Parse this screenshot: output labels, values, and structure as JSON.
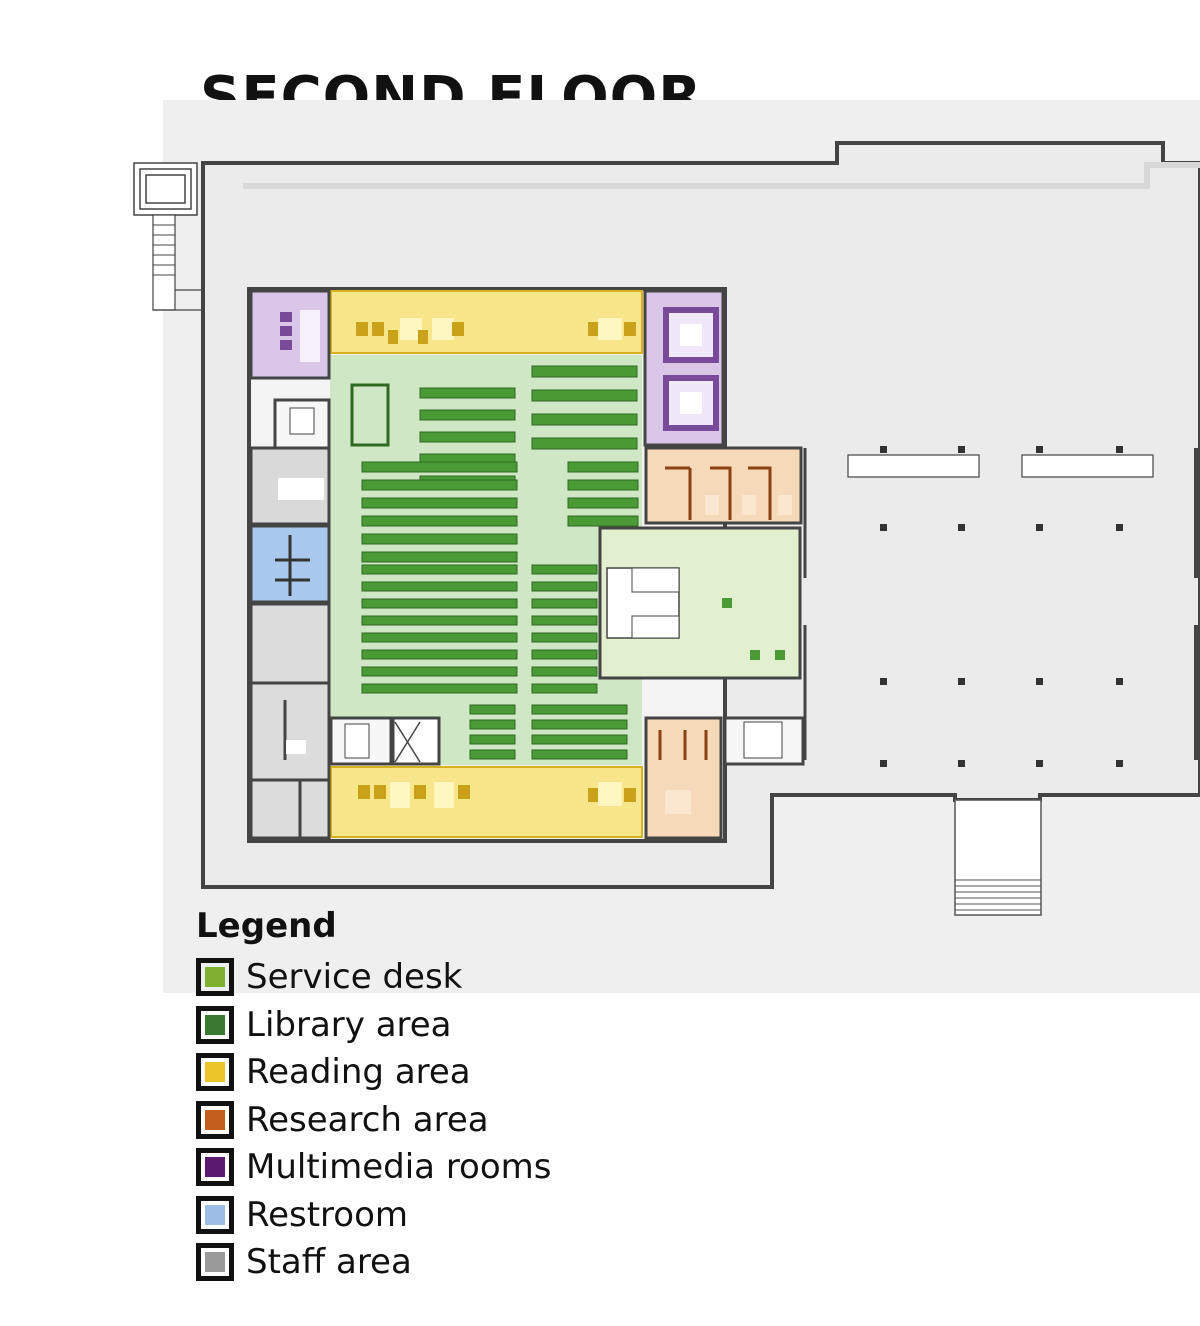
{
  "title": "SECOND FLOOR",
  "legend": {
    "title": "Legend",
    "items": [
      {
        "label": "Service desk",
        "color": "#7fb030"
      },
      {
        "label": "Library area",
        "color": "#3a7a30"
      },
      {
        "label": "Reading area",
        "color": "#ecc52a"
      },
      {
        "label": "Research area",
        "color": "#c45e1c"
      },
      {
        "label": "Multimedia rooms",
        "color": "#5c1a6e"
      },
      {
        "label": "Restroom",
        "color": "#9dbfe6"
      },
      {
        "label": "Staff area",
        "color": "#9a9a9a"
      }
    ]
  },
  "zone_tints": {
    "service": "#e2f0cf",
    "library_floor": "#cfe7c4",
    "shelf": "#4a9a35",
    "shelf_dark": "#2f6a22",
    "reading": "#f7e68a",
    "research": "#f6d9b8",
    "multimedia": "#d9c6e8",
    "restroom": "#a9c8ee",
    "staff": "#d9d9d9",
    "wall": "#444444",
    "building": "#e6e6e6",
    "floor": "#ebebeb"
  }
}
